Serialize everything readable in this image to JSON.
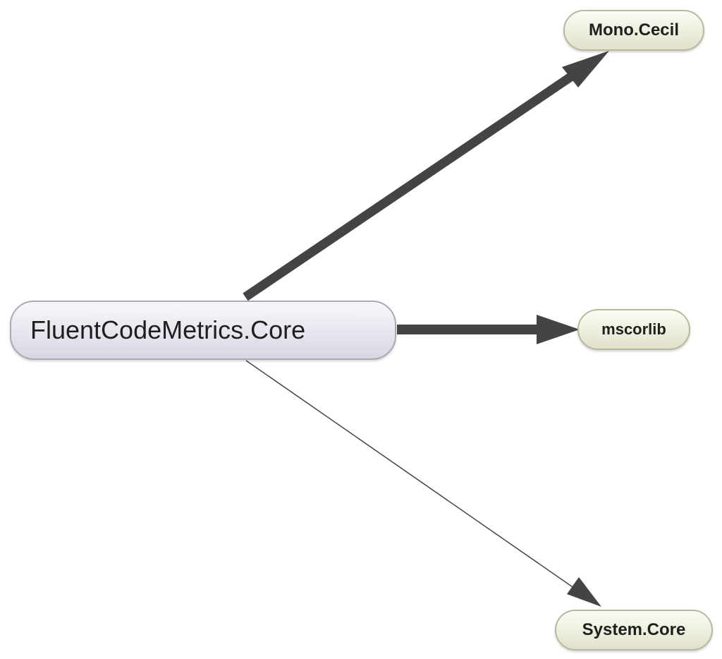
{
  "diagram": {
    "nodes": [
      {
        "id": "core",
        "label": "FluentCodeMetrics.Core"
      },
      {
        "id": "cecil",
        "label": "Mono.Cecil"
      },
      {
        "id": "mscorlib",
        "label": "mscorlib"
      },
      {
        "id": "systemcore",
        "label": "System.Core"
      }
    ],
    "edges": [
      {
        "from": "core",
        "to": "cecil",
        "weight": "heavy"
      },
      {
        "from": "core",
        "to": "mscorlib",
        "weight": "heavy"
      },
      {
        "from": "core",
        "to": "systemcore",
        "weight": "light"
      }
    ],
    "colors": {
      "edge": "#444444",
      "main_node_fill": "#e6e6ef",
      "dep_node_fill": "#eeeedd"
    }
  }
}
